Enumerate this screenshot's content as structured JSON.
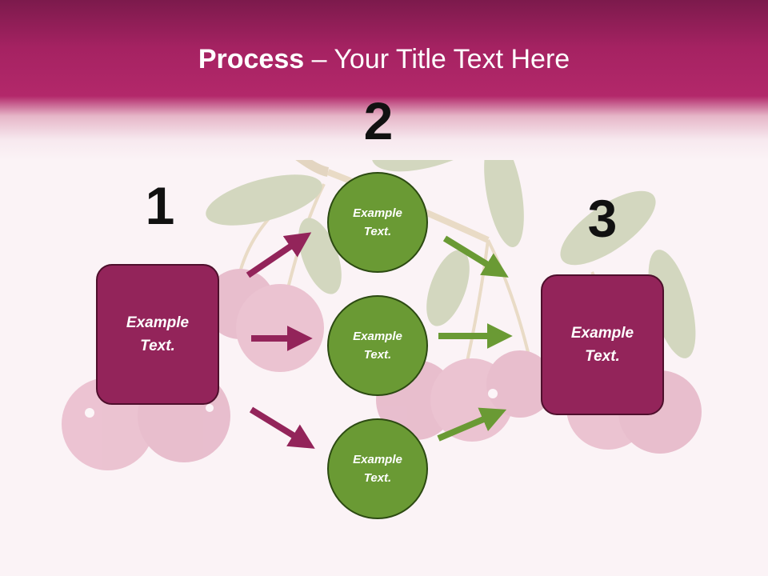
{
  "title": {
    "bold": "Process",
    "rest": " – Your Title Text Here"
  },
  "steps": {
    "one": "1",
    "two": "2",
    "three": "3"
  },
  "left_box": {
    "line1": "Example",
    "line2": "Text."
  },
  "right_box": {
    "line1": "Example",
    "line2": "Text."
  },
  "circles": [
    {
      "line1": "Example",
      "line2": "Text."
    },
    {
      "line1": "Example",
      "line2": "Text."
    },
    {
      "line1": "Example",
      "line2": "Text."
    }
  ],
  "colors": {
    "header": "#a52262",
    "box": "#93245a",
    "circle": "#6a9a34",
    "arrow_left": "#93245a",
    "arrow_right": "#6a9a34"
  }
}
